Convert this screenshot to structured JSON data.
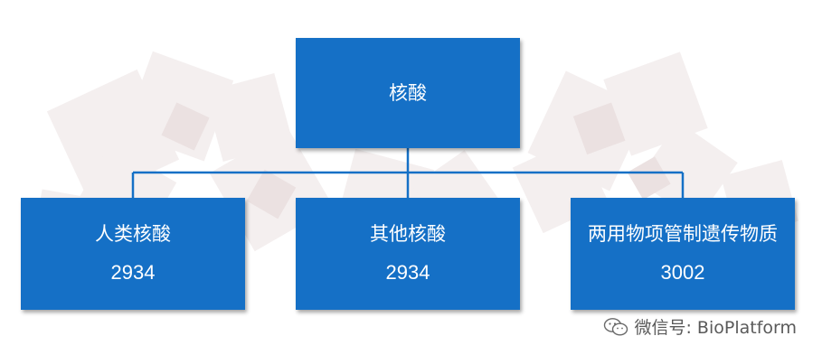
{
  "diagram": {
    "root": {
      "label": "核酸"
    },
    "children": [
      {
        "label": "人类核酸",
        "count": "2934"
      },
      {
        "label": "其他核酸",
        "count": "2934"
      },
      {
        "label": "两用物项管制遗传物质",
        "count": "3002"
      }
    ]
  },
  "watermark": {
    "text": "微信号: BioPlatform",
    "icon": "wechat-icon"
  },
  "colors": {
    "node_fill": "#1570c6",
    "connector": "#1570c6",
    "text": "#ffffff",
    "background_deco": "#f3eeee"
  }
}
